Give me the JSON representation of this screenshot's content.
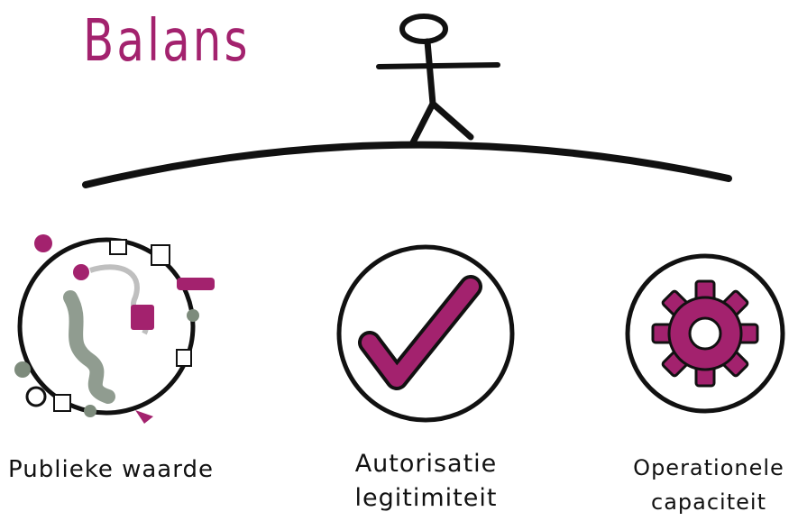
{
  "title": "Balans",
  "accent_color": "#a3226e",
  "items": [
    {
      "icon": "globe-landscape-icon",
      "label_lines": [
        "Publieke waarde"
      ]
    },
    {
      "icon": "checkmark-icon",
      "label_lines": [
        "Autorisatie",
        "legitimiteit"
      ]
    },
    {
      "icon": "gear-icon",
      "label_lines": [
        "Operationele",
        "capaciteit"
      ]
    }
  ]
}
